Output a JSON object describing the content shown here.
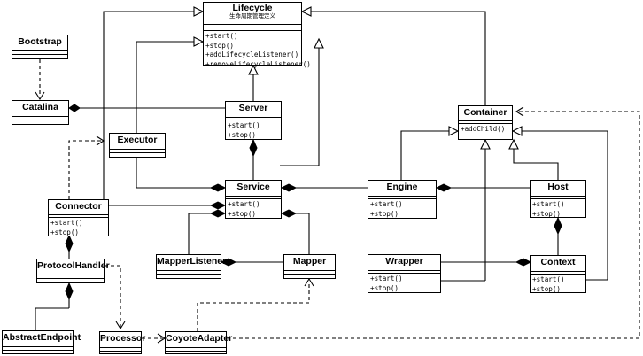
{
  "classes": {
    "lifecycle": {
      "name": "Lifecycle",
      "subtitle": "生命周期管理定义",
      "methods": [
        "+start()",
        "+stop()",
        "+addLifecycleListener()",
        "+removeLifecycleListener()"
      ]
    },
    "bootstrap": {
      "name": "Bootstrap"
    },
    "catalina": {
      "name": "Catalina"
    },
    "server": {
      "name": "Server",
      "methods": [
        "+start()",
        "+stop()"
      ]
    },
    "executor": {
      "name": "Executor"
    },
    "service": {
      "name": "Service",
      "methods": [
        "+start()",
        "+stop()"
      ]
    },
    "connector": {
      "name": "Connector",
      "methods": [
        "+start()",
        "+stop()"
      ]
    },
    "protocol_handler": {
      "name": "ProtocolHandler"
    },
    "abstract_endpoint": {
      "name": "AbstractEndpoint"
    },
    "processor": {
      "name": "Processor"
    },
    "coyote_adapter": {
      "name": "CoyoteAdapter"
    },
    "mapper_listener": {
      "name": "MapperListener"
    },
    "mapper": {
      "name": "Mapper"
    },
    "container": {
      "name": "Container",
      "methods": [
        "+addChild()"
      ]
    },
    "engine": {
      "name": "Engine",
      "methods": [
        "+start()",
        "+stop()"
      ]
    },
    "host": {
      "name": "Host",
      "methods": [
        "+start()",
        "+stop()"
      ]
    },
    "wrapper": {
      "name": "Wrapper",
      "methods": [
        "+start()",
        "+stop()"
      ]
    },
    "context": {
      "name": "Context",
      "methods": [
        "+start()",
        "+stop()"
      ]
    }
  }
}
